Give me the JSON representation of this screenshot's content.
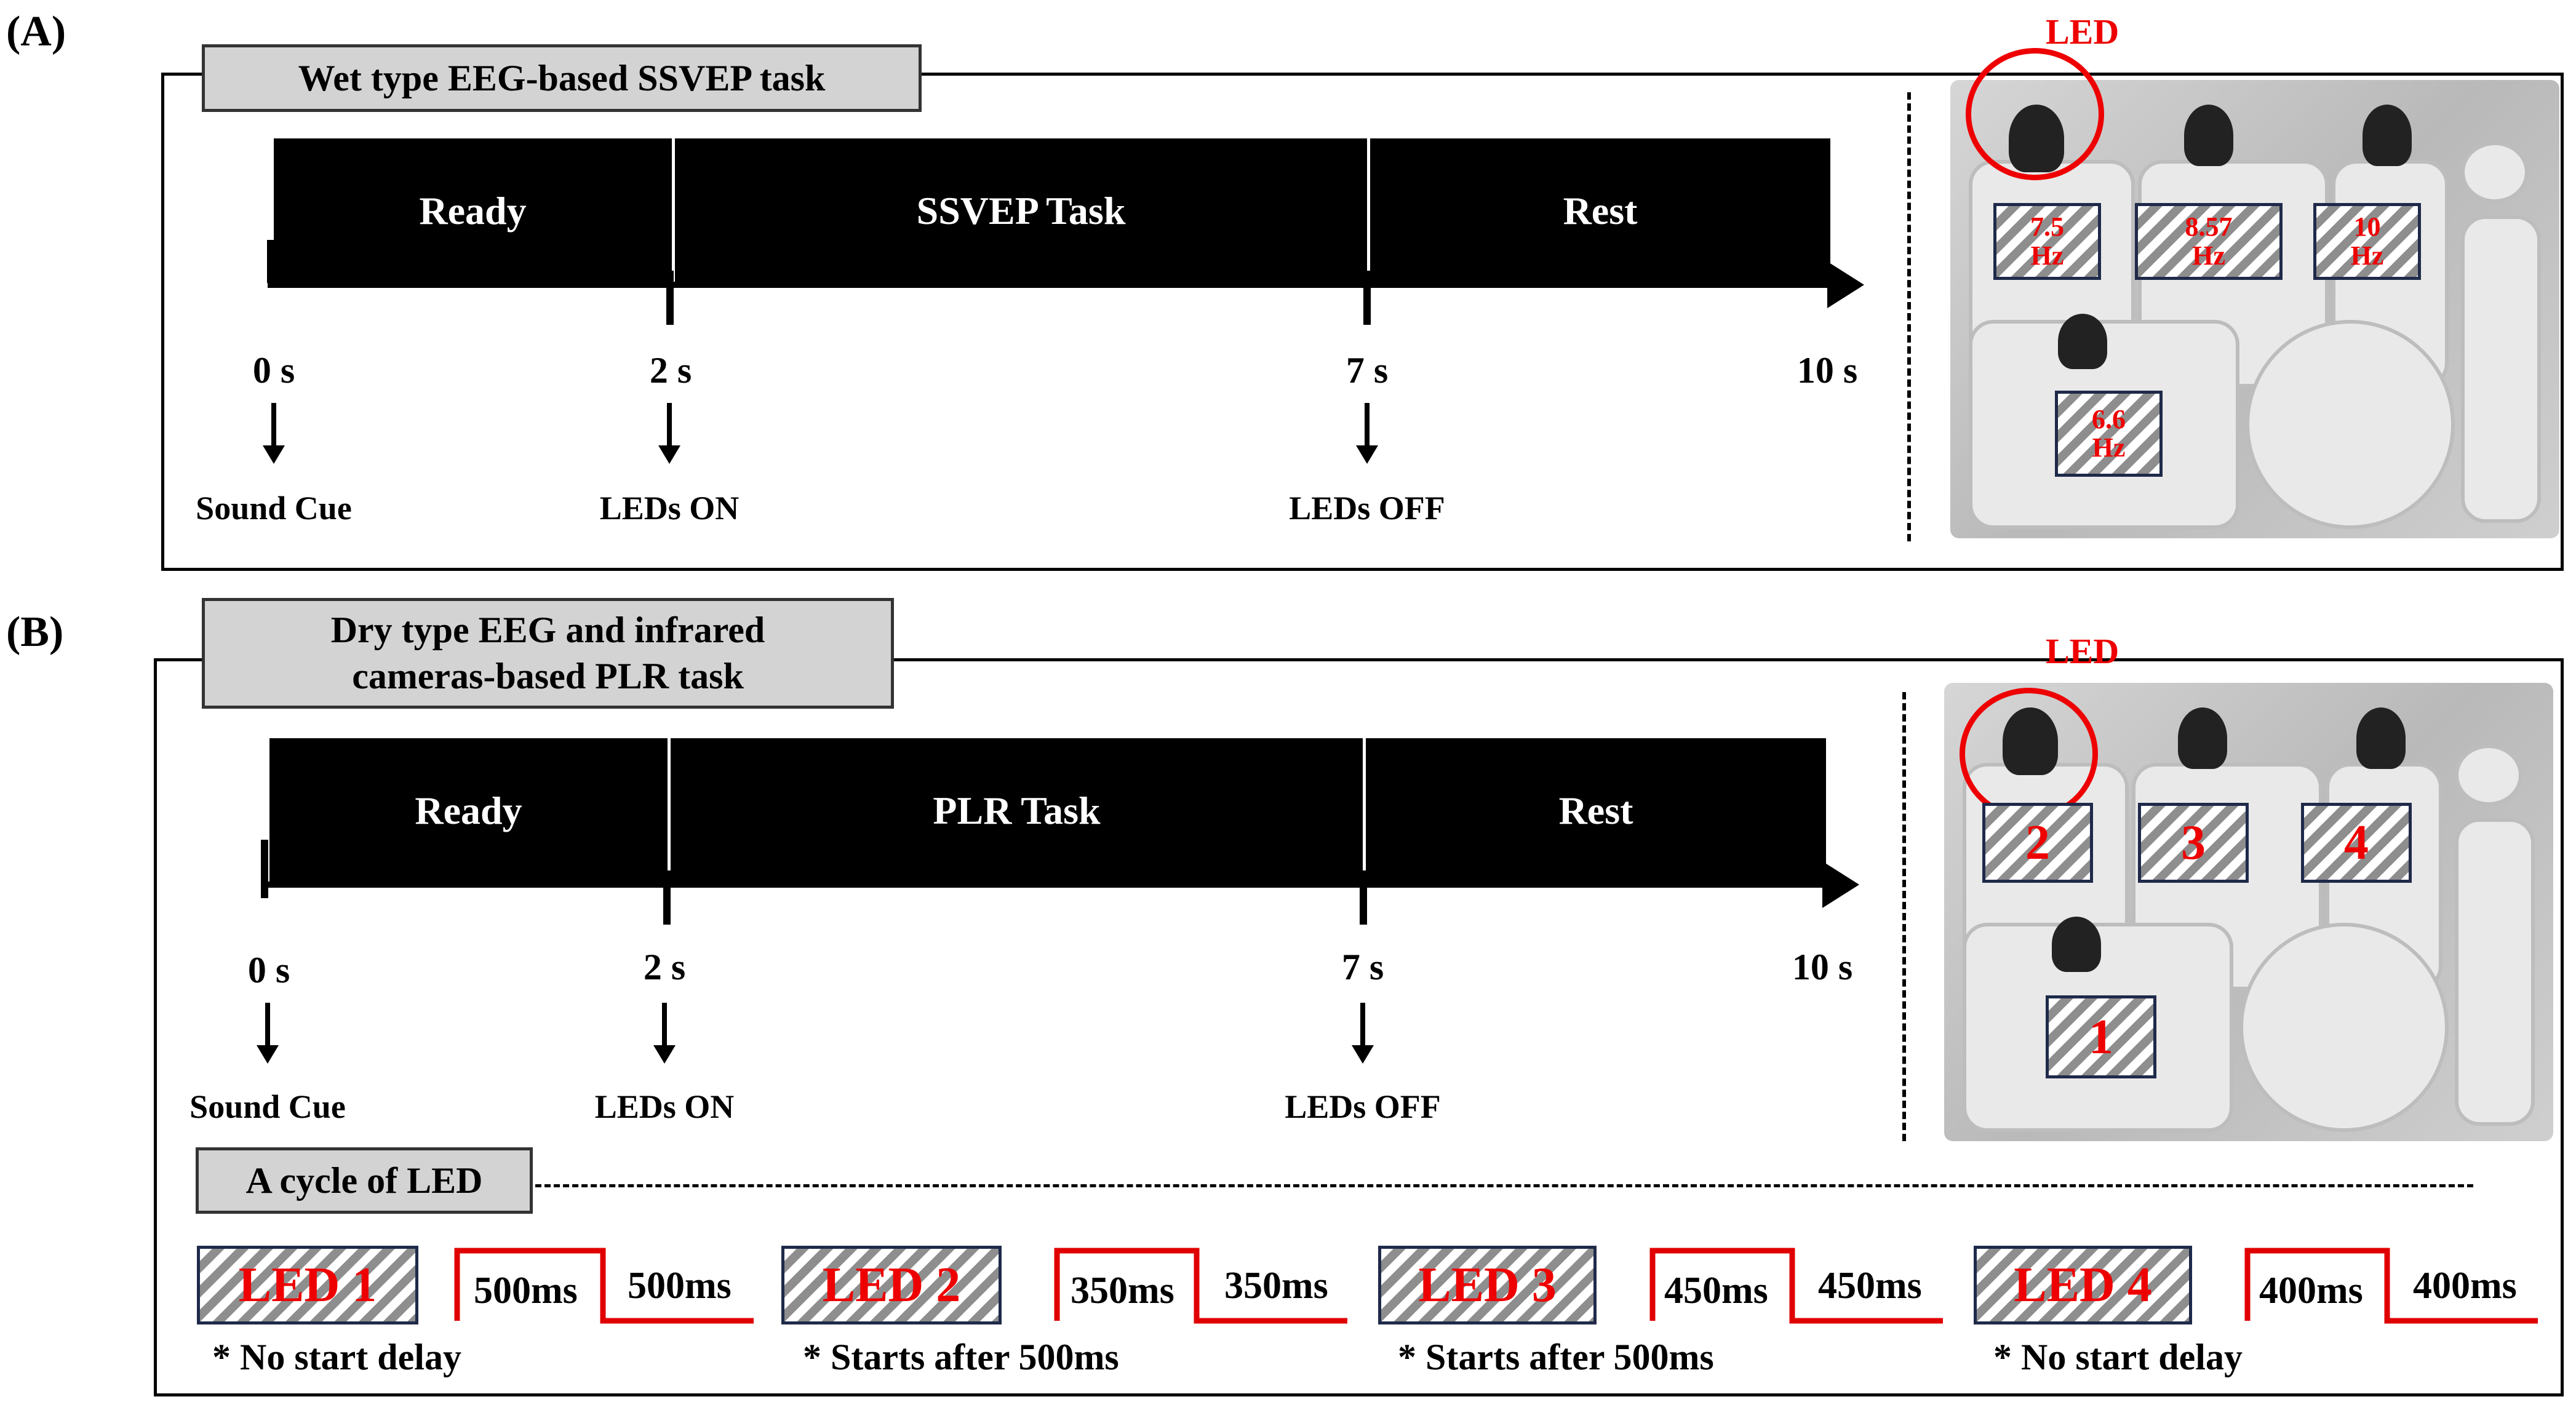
{
  "panel_a": {
    "letter": "(A)",
    "title": "Wet type EEG-based SSVEP task",
    "segments": [
      "Ready",
      "SSVEP Task",
      "Rest"
    ],
    "times": [
      "0 s",
      "2 s",
      "7 s",
      "10 s"
    ],
    "events": [
      "Sound Cue",
      "LEDs ON",
      "LEDs OFF"
    ],
    "photo_led_label": "LED",
    "photo_tags": [
      {
        "line1": "7.5",
        "line2": "Hz"
      },
      {
        "line1": "8.57",
        "line2": "Hz"
      },
      {
        "line1": "10",
        "line2": "Hz"
      },
      {
        "line1": "6.6",
        "line2": "Hz"
      }
    ]
  },
  "panel_b": {
    "letter": "(B)",
    "title_line1": "Dry type EEG and infrared",
    "title_line2": "cameras-based PLR task",
    "segments": [
      "Ready",
      "PLR Task",
      "Rest"
    ],
    "times": [
      "0 s",
      "2 s",
      "7 s",
      "10 s"
    ],
    "events": [
      "Sound Cue",
      "LEDs ON",
      "LEDs OFF"
    ],
    "photo_led_label": "LED",
    "photo_tags": [
      "2",
      "3",
      "4",
      "1"
    ],
    "cycle_title": "A cycle of LED",
    "leds": [
      {
        "label": "LED 1",
        "on": "500ms",
        "off": "500ms",
        "note": "* No start delay"
      },
      {
        "label": "LED 2",
        "on": "350ms",
        "off": "350ms",
        "note": "* Starts after 500ms"
      },
      {
        "label": "LED 3",
        "on": "450ms",
        "off": "450ms",
        "note": "* Starts after 500ms"
      },
      {
        "label": "LED 4",
        "on": "400ms",
        "off": "400ms",
        "note": "* No start delay"
      }
    ]
  },
  "colors": {
    "accent_red": "#e00000",
    "timeline_black": "#000000",
    "title_gray": "#d3d3d3"
  }
}
